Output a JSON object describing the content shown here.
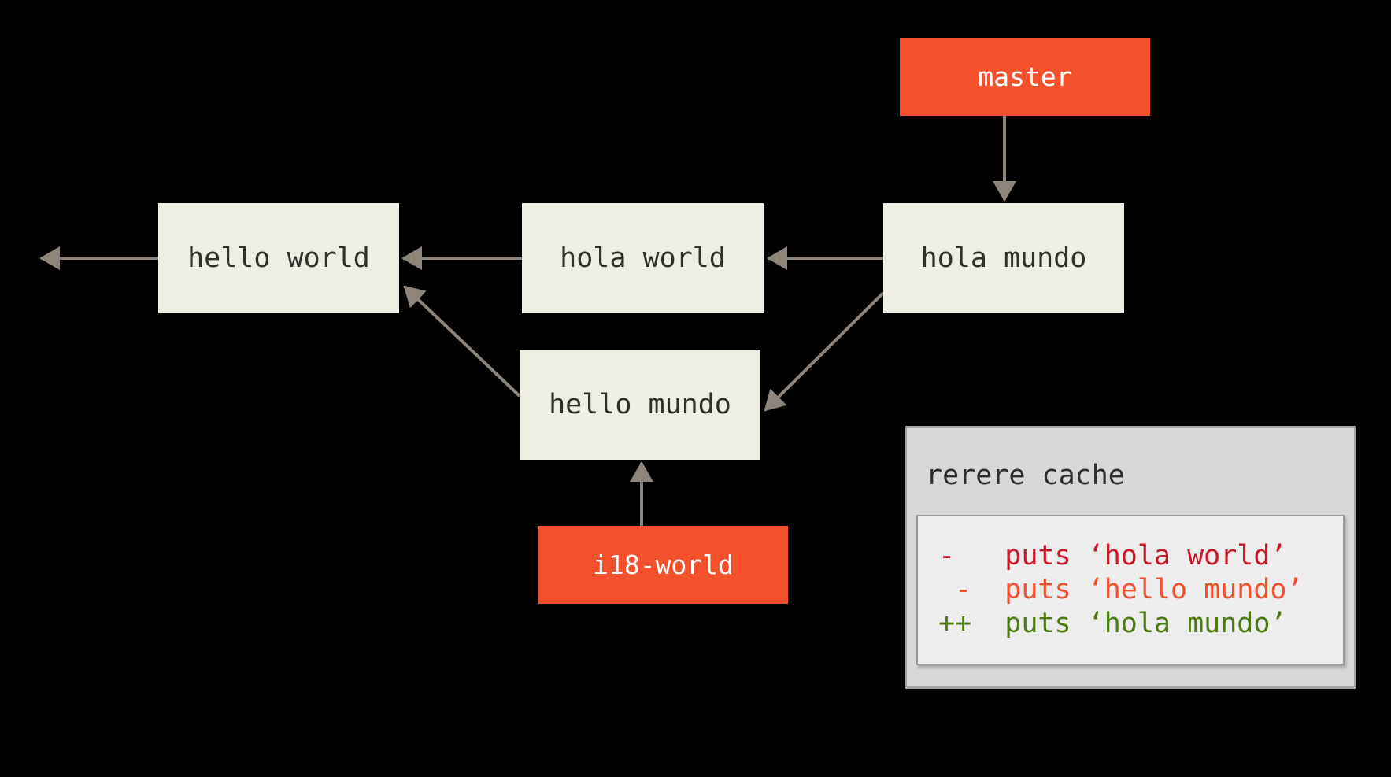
{
  "diagram": {
    "commits": [
      {
        "id": "hello-world",
        "label": "hello world"
      },
      {
        "id": "hola-world",
        "label": "hola world"
      },
      {
        "id": "hola-mundo",
        "label": "hola mundo"
      },
      {
        "id": "hello-mundo",
        "label": "hello mundo"
      }
    ],
    "branches": [
      {
        "id": "master",
        "label": "master"
      },
      {
        "id": "i18-world",
        "label": "i18-world"
      }
    ],
    "arrows": [
      "history-left-exit",
      "hola-world-to-hello-world",
      "hola-mundo-to-hola-world",
      "master-to-hola-mundo",
      "i18-world-to-hello-mundo",
      "hello-mundo-to-hello-world",
      "hola-mundo-to-hello-mundo"
    ]
  },
  "rerere": {
    "title": "rerere cache",
    "lines": [
      {
        "text": "-   puts ‘hola world’",
        "color": "#c9182b"
      },
      {
        "text": " -  puts ‘hello mundo’",
        "color": "#f4502b"
      },
      {
        "text": "++  puts ‘hola mundo’",
        "color": "#4e7a12"
      }
    ]
  },
  "colors": {
    "background": "#000000",
    "commit_box": "#efeee5",
    "commit_text": "#32302b",
    "branch_box": "#f4502b",
    "branch_text": "#ffffff",
    "arrow": "#8d857b",
    "panel_bg": "#d8d8d8",
    "panel_border": "#a6a6a6",
    "panel_inner_bg": "#ededed",
    "panel_inner_border": "#999999",
    "panel_title_text": "#2e2e2e"
  }
}
